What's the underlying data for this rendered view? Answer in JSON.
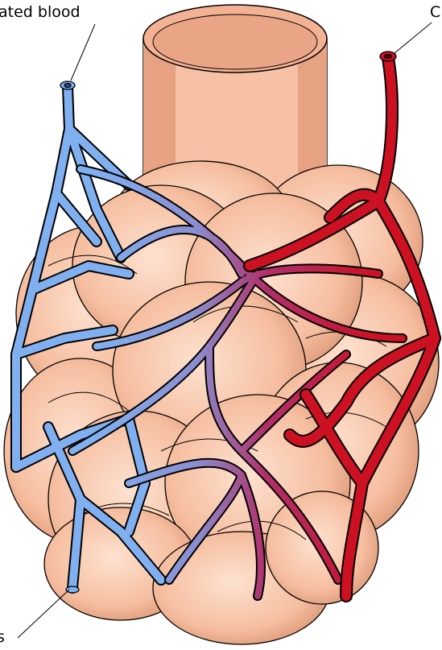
{
  "labels": {
    "top_left": "ated blood",
    "top_right": "C",
    "bottom_left": "s"
  },
  "colors": {
    "alveolus_light": "#fbd0b8",
    "alveolus_mid": "#f4b294",
    "alveolus_dark": "#d99575",
    "deoxygenated_vessel": "#80b0f0",
    "oxygenated_vessel": "#cc1122",
    "outline": "#000000"
  }
}
